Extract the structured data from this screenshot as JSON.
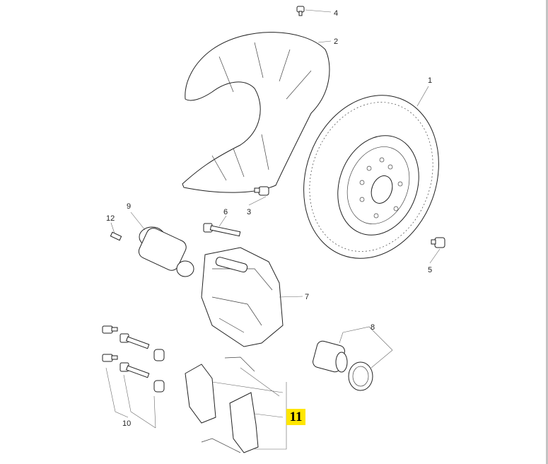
{
  "diagram": {
    "callouts": [
      "1",
      "2",
      "3",
      "4",
      "5",
      "6",
      "7",
      "8",
      "9",
      "10",
      "12"
    ],
    "highlighted_callout": "11",
    "highlight_color": "#ffe600"
  }
}
